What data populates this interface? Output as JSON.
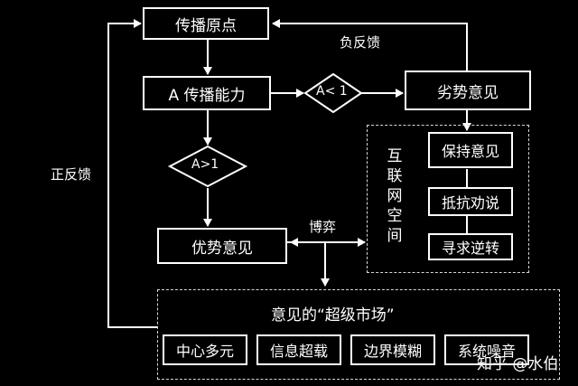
{
  "nodes": {
    "origin": "传播原点",
    "ability": "A 传播能力",
    "inferior": "劣势意见",
    "superior": "优势意见",
    "keep": "保持意见",
    "resist": "抵抗劝说",
    "reverse": "寻求逆转"
  },
  "decisions": {
    "less_than": "A< 1",
    "greater_than": "A>1"
  },
  "edges": {
    "negative_feedback": "负反馈",
    "positive_feedback": "正反馈",
    "game": "博弈"
  },
  "internet_space": "互联网空间",
  "super_market": {
    "title": "意见的“超级市场”",
    "items": [
      "中心多元",
      "信息超载",
      "边界模糊",
      "系统噪音"
    ]
  },
  "watermark": "知乎 @水伯"
}
